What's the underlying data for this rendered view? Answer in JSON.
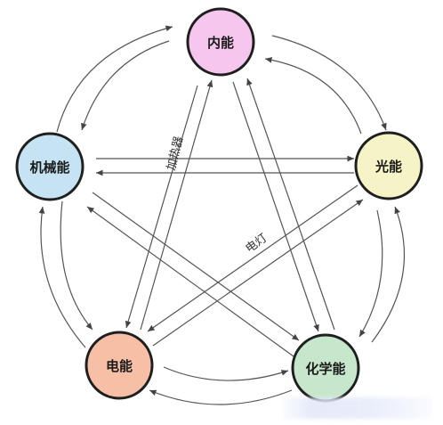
{
  "colors": {
    "stroke": "#1f1f1f",
    "arrow": "#444444",
    "nei_neng_fill": "#f7c6ee",
    "guang_neng_fill": "#f6f4c6",
    "jixie_neng_fill": "#c6e3f3",
    "dian_neng_fill": "#f6bfa6",
    "huaxue_neng_fill": "#c7e7cd"
  },
  "nodes": {
    "nei_neng": "内能",
    "guang_neng": "光能",
    "jixie_neng": "机械能",
    "dian_neng": "电能",
    "huaxue_neng": "化学能"
  },
  "edge_labels": {
    "heater": "加热器",
    "lamp": "电灯"
  }
}
